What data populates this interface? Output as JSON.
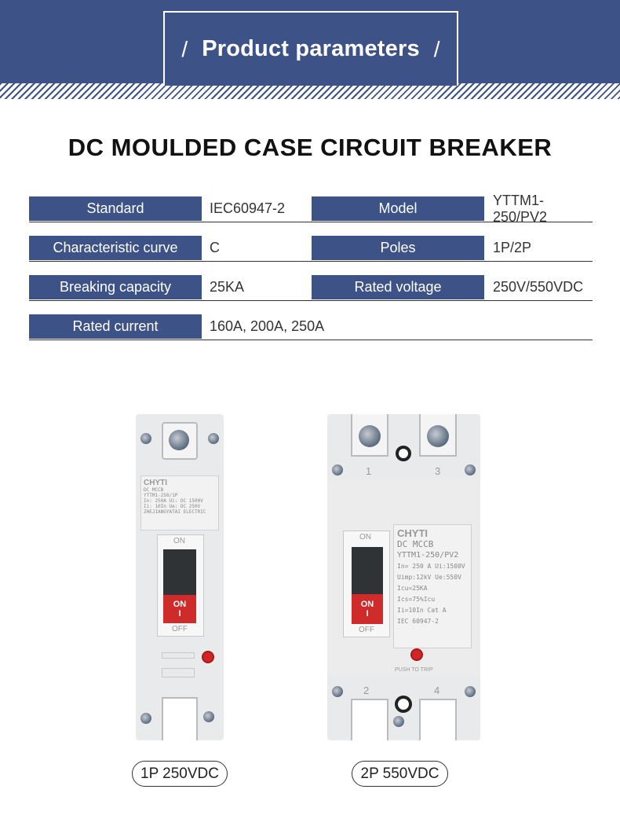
{
  "header": {
    "slash_left": "/",
    "title": "Product parameters",
    "slash_right": "/"
  },
  "heading": "DC MOULDED CASE CIRCUIT BREAKER",
  "specs": [
    {
      "label1": "Standard",
      "value1": "IEC60947-2",
      "label2": "Model",
      "value2": "YTTM1-250/PV2"
    },
    {
      "label1": "Characteristic curve",
      "value1": "C",
      "label2": "Poles",
      "value2": "1P/2P"
    },
    {
      "label1": "Breaking capacity",
      "value1": "25KA",
      "label2": "Rated voltage",
      "value2": "250V/550VDC"
    },
    {
      "label1": "Rated current",
      "value1": "160A, 200A, 250A"
    }
  ],
  "product_1p": {
    "brand": "CHYTI",
    "plate_title": "DC MCCB",
    "plate_lines": [
      "YTTM1-250/1P",
      "In: 250A   Ui: DC 1500V",
      "Ii: 10In    Ue: DC 250V",
      "ZHEJIANGYATAI ELECTRIC"
    ],
    "on_label": "ON",
    "toggle_on": "ON",
    "toggle_i": "I",
    "off_label": "OFF",
    "caption": "1P 250VDC"
  },
  "product_2p": {
    "brand": "CHYTI",
    "plate_title": "DC MCCB",
    "plate_model": "YTTM1-250/PV2",
    "plate_lines": [
      "In= 250 A  Ui:1500V",
      "Uimp:12kV   Ue:550V",
      "Icu=25KA   Ics=75%Icu",
      "Ii=10In      Cat A",
      "IEC 60947-2"
    ],
    "on_label": "ON",
    "toggle_on": "ON",
    "toggle_i": "I",
    "off_label": "OFF",
    "terminal_top": [
      "1",
      "3"
    ],
    "terminal_bottom": [
      "2",
      "4"
    ],
    "push_label": "PUSH TO TRIP",
    "caption": "2P 550VDC"
  },
  "colors": {
    "brand_blue": "#3d5287",
    "toggle_red": "#cf2b2b"
  }
}
